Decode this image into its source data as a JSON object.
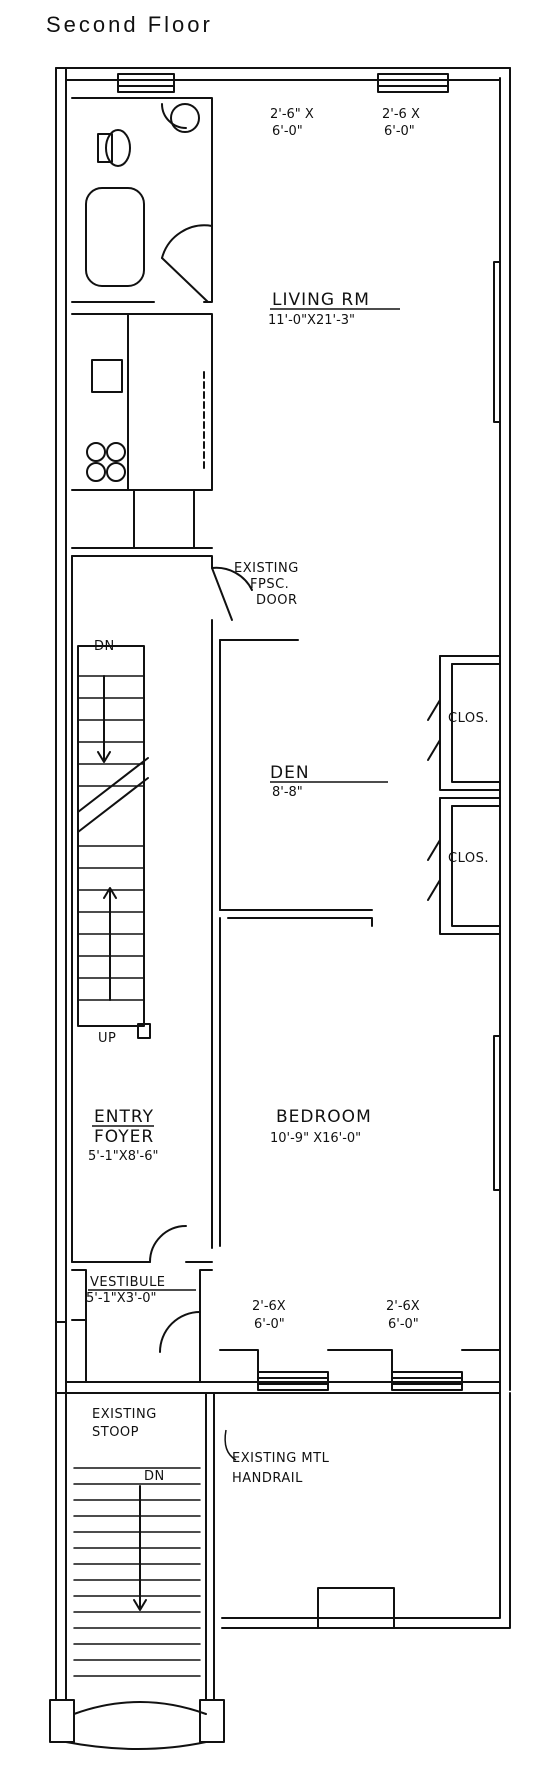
{
  "title": "Second Floor",
  "rooms": {
    "living": {
      "name": "LIVING RM",
      "dims": "11'-0\"X21'-3\""
    },
    "den": {
      "name": "DEN",
      "dims": "8'-8\""
    },
    "closet_1": {
      "name": "CLOS."
    },
    "closet_2": {
      "name": "CLOS."
    },
    "bedroom": {
      "name": "BEDROOM",
      "dims": "10'-9\" X16'-0\""
    },
    "entry": {
      "name": "ENTRY",
      "name2": "FOYER",
      "dims": "5'-1\"X8'-6\""
    },
    "vestibule": {
      "name": "VESTIBULE",
      "dims": "5'-1\"X3'-0\""
    }
  },
  "windows": {
    "w1": {
      "size": "2'-6\" X",
      "height": "6'-0\""
    },
    "w2": {
      "size": "2'-6 X",
      "height": "6'-0\""
    },
    "w3": {
      "size": "2'-6X",
      "height": "6'-0\""
    },
    "w4": {
      "size": "2'-6X",
      "height": "6'-0\""
    }
  },
  "notes": {
    "door_line1": "EXISTING",
    "door_line2": "FPSC.",
    "door_line3": "DOOR",
    "stoop_line1": "EXISTING",
    "stoop_line2": "STOOP",
    "handrail_line1": "EXISTING MTL",
    "handrail_line2": "HANDRAIL"
  },
  "stairs": {
    "down": "DN",
    "up": "UP",
    "stoop_down": "DN"
  }
}
